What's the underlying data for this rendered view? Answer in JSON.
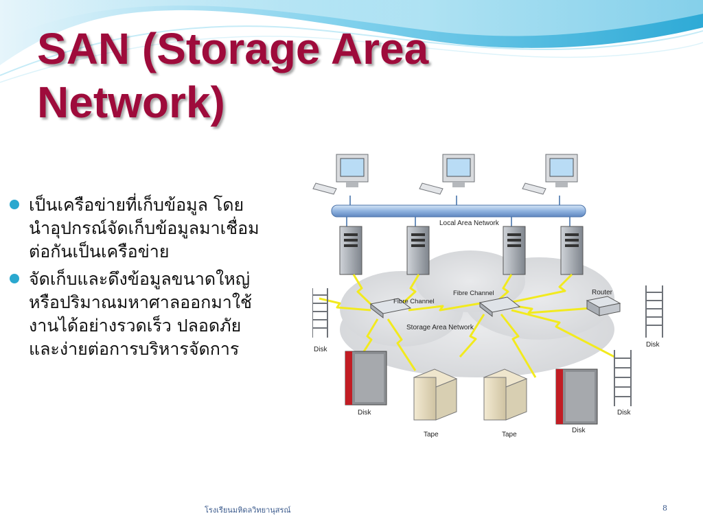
{
  "title": {
    "line1": "SAN (Storage Area",
    "line2": "Network)"
  },
  "bullets": [
    {
      "text": "เป็นเครือข่ายที่เก็บข้อมูล โดยนำอุปกรณ์จัดเก็บข้อมูลมาเชื่อมต่อกันเป็นเครือข่าย"
    },
    {
      "text": "จัดเก็บและดึงข้อมูลขนาดใหญ่ หรือปริมาณมหาศาลออกมาใช้งานได้อย่างรวดเร็ว ปลอดภัย และง่ายต่อการบริหารจัดการ"
    }
  ],
  "diagram": {
    "lan_label": "Local Area Network",
    "fibre_channel_left": "Fibre Channel",
    "fibre_channel_right": "Fibre Channel",
    "san_label": "Storage Area Network",
    "router_label": "Router",
    "disk_left": "Disk",
    "disk_right": "Disk",
    "disk_bottom_left": "Disk",
    "disk_bottom_right": "Disk",
    "disk_cabinet": "Disk",
    "tape_left": "Tape",
    "tape_right": "Tape"
  },
  "footer": {
    "school": "โรงเรียนมหิดลวิทยานุสรณ์",
    "page": "8"
  },
  "colors": {
    "title": "#9e0b3b",
    "bullet": "#2aa8cf",
    "wave": "#6ac8e8",
    "lightning": "#f2ea1e"
  }
}
